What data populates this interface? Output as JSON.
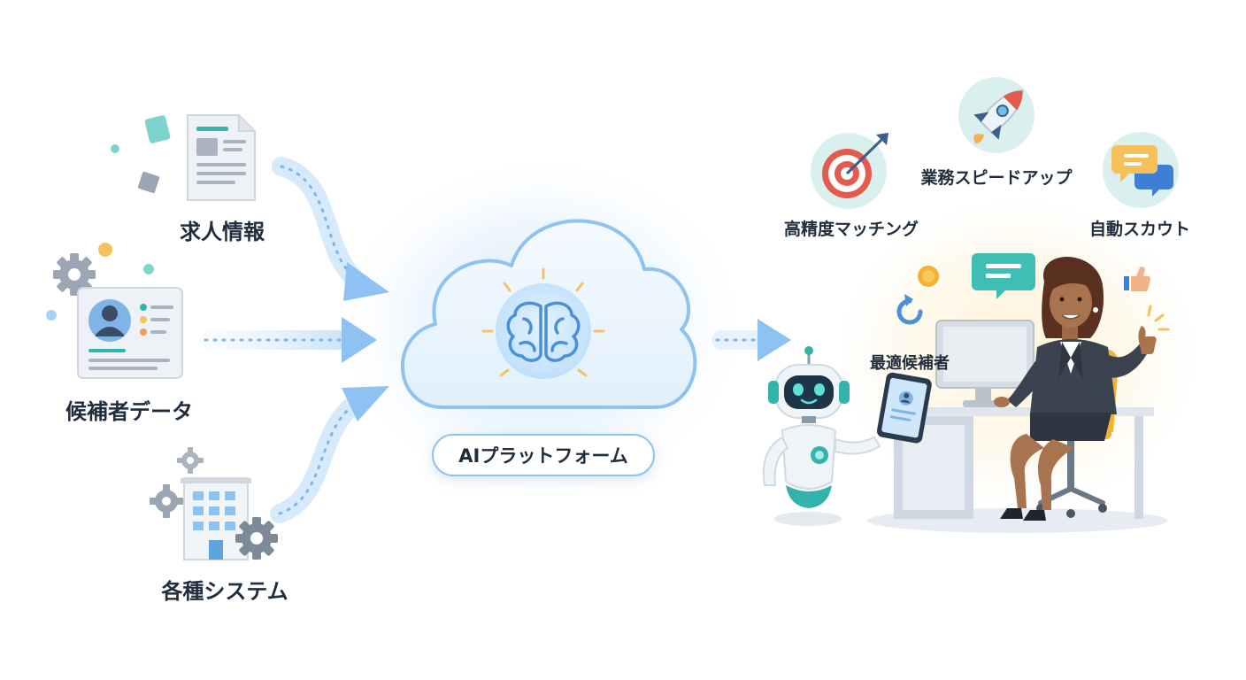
{
  "inputs": {
    "job_info": "求人情報",
    "candidate_data": "候補者データ",
    "systems": "各種システム"
  },
  "platform": {
    "label": "AIプラットフォーム"
  },
  "benefits": {
    "matching": "高精度マッチング",
    "speedup": "業務スピードアップ",
    "scout": "自動スカウト"
  },
  "result": {
    "label": "最適候補者"
  },
  "colors": {
    "arrow": "#8ec2f2",
    "text": "#1f2d3d",
    "cloud_border": "#8fc3ef",
    "brain": "#4a90d9",
    "robot_teal": "#34b3ad"
  }
}
